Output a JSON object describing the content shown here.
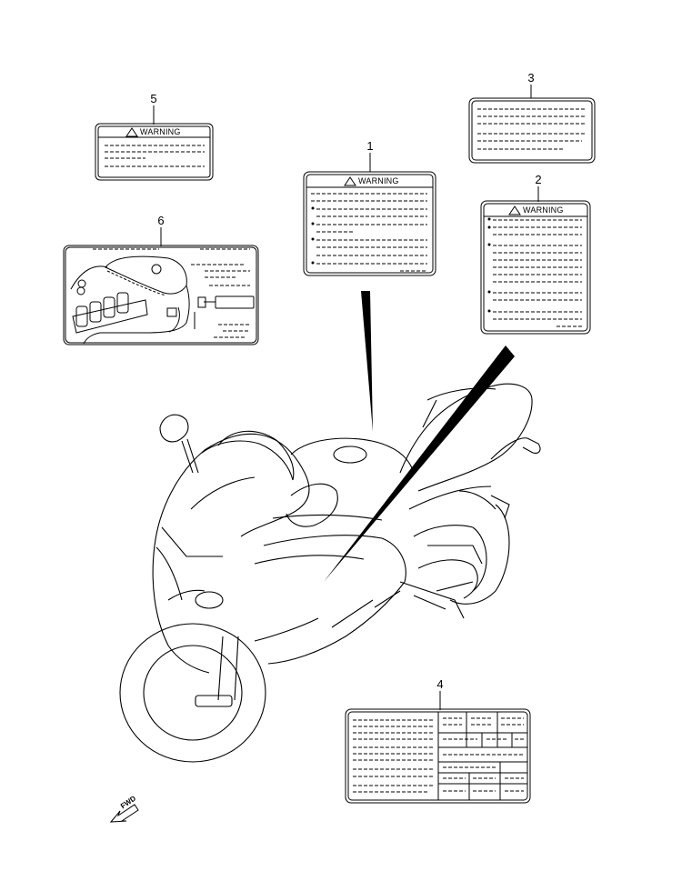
{
  "callouts": [
    "1",
    "2",
    "3",
    "4",
    "5",
    "6"
  ],
  "labels": {
    "warning_1": "WARNING",
    "warning_2": "WARNING",
    "warning_5": "WARNING"
  },
  "fwd_label": "FWD",
  "icons": [
    "warning-triangle-icon",
    "forward-arrow-icon"
  ]
}
